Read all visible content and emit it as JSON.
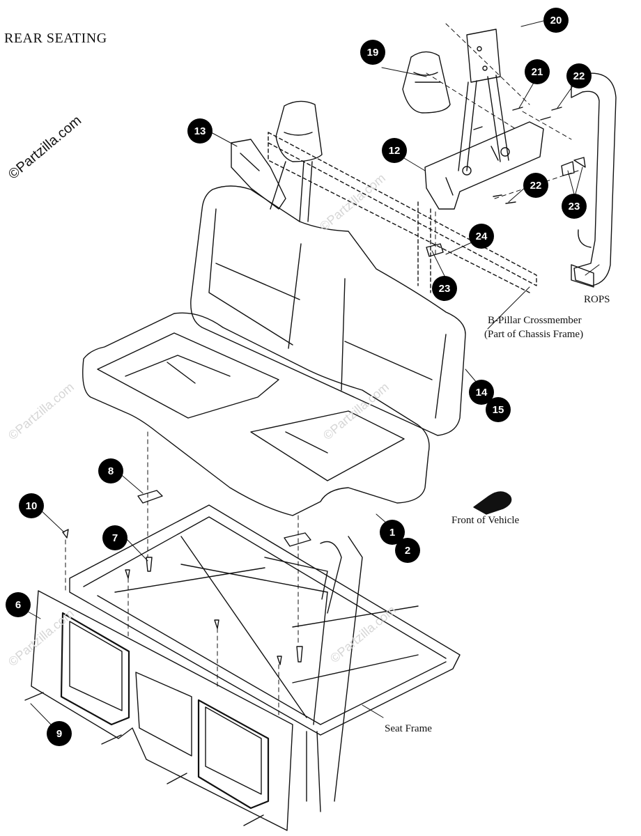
{
  "title": "REAR SEATING",
  "watermark": "©Partzilla.com",
  "labels": {
    "rops": "ROPS",
    "bpillar_line1": "B-Pillar Crossmember",
    "bpillar_line2": "(Part of Chassis Frame)",
    "front": "Front of Vehicle",
    "seat_frame": "Seat Frame"
  },
  "callouts": [
    "1",
    "2",
    "6",
    "7",
    "8",
    "9",
    "10",
    "12",
    "13",
    "14",
    "15",
    "19",
    "20",
    "21",
    "22",
    "22",
    "23",
    "23",
    "24"
  ]
}
